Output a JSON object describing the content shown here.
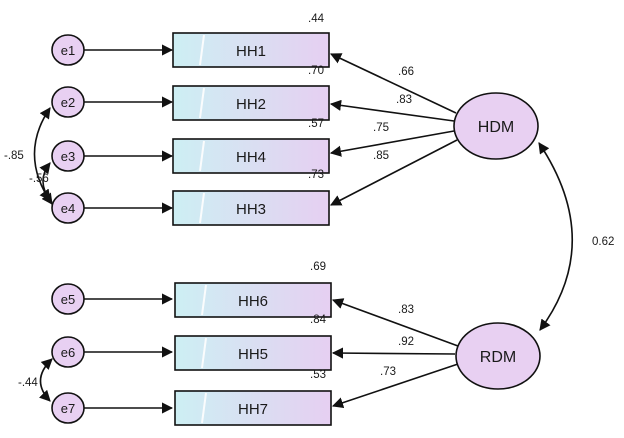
{
  "latents": [
    {
      "id": "HDM",
      "label": "HDM"
    },
    {
      "id": "RDM",
      "label": "RDM"
    }
  ],
  "latent_covariance": "0.62",
  "errors": [
    {
      "id": "e1",
      "label": "e1"
    },
    {
      "id": "e2",
      "label": "e2"
    },
    {
      "id": "e3",
      "label": "e3"
    },
    {
      "id": "e4",
      "label": "e4"
    },
    {
      "id": "e5",
      "label": "e5"
    },
    {
      "id": "e6",
      "label": "e6"
    },
    {
      "id": "e7",
      "label": "e7"
    }
  ],
  "indicators": [
    {
      "label": "HH1",
      "r2": ".44",
      "loading": ".66",
      "latent": "HDM"
    },
    {
      "label": "HH2",
      "r2": ".70",
      "loading": ".83",
      "latent": "HDM"
    },
    {
      "label": "HH4",
      "r2": ".57",
      "loading": ".75",
      "latent": "HDM"
    },
    {
      "label": "HH3",
      "r2": ".73",
      "loading": ".85",
      "latent": "HDM"
    },
    {
      "label": "HH6",
      "r2": ".69",
      "loading": ".83",
      "latent": "RDM"
    },
    {
      "label": "HH5",
      "r2": ".84",
      "loading": ".92",
      "latent": "RDM"
    },
    {
      "label": "HH7",
      "r2": ".53",
      "loading": ".73",
      "latent": "RDM"
    }
  ],
  "error_covariances": [
    {
      "from": "e2",
      "to": "e4",
      "value": "-.85"
    },
    {
      "from": "e3",
      "to": "e4",
      "value": "-.56"
    },
    {
      "from": "e6",
      "to": "e7",
      "value": "-.44"
    }
  ],
  "colors": {
    "node_fill": "#e8d0f2",
    "box_fill_left": "#cdeff3",
    "box_fill_right": "#e6cff2",
    "stroke": "#111111"
  }
}
